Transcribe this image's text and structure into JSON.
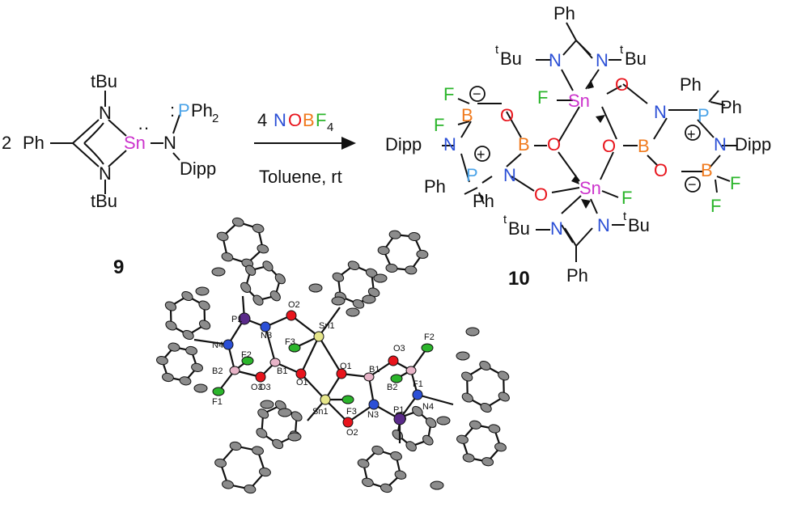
{
  "colors": {
    "ink": "#111111",
    "N": "#2b4fd6",
    "O": "#e8141c",
    "B": "#f07a1d",
    "F": "#2bb52b",
    "Sn": "#cc33cc",
    "P": "#4aa3e8",
    "ortep_gray": "#8c8c8c",
    "ortep_P": "#5a2a8a",
    "ortep_Sn": "#e6e68a",
    "ortep_B": "#e8b4c8"
  },
  "reaction": {
    "coefficient": "2",
    "reagent_count": "4",
    "reagent": {
      "N": "N",
      "O": "O",
      "B": "B",
      "F": "F",
      "sub": "4"
    },
    "conditions": "Toluene,  rt",
    "arrow": "right-arrow"
  },
  "compound_9": {
    "label": "9",
    "tBu_top": "tBu",
    "tBu_bottom": "tBu",
    "Ph": "Ph",
    "N1": "N",
    "N2": "N",
    "N3": "N",
    "Sn": "Sn",
    "lone_pair": "··",
    "P": "P",
    "PPh2_rest": "Ph",
    "PPh2_sub": "2",
    "P_lone_pair": ":",
    "Dipp": "Dipp"
  },
  "compound_10": {
    "label": "10",
    "Ph_top": "Ph",
    "tBu_tl": "Bu",
    "tBu_tr": "Bu",
    "tBu_bl": "Bu",
    "tBu_br": "Bu",
    "sup_t": "t",
    "Ph_bottom": "Ph",
    "Dipp_left": "Dipp",
    "Dipp_right": "Dipp",
    "Ph_left1": "Ph",
    "Ph_left2": "Ph",
    "Ph_right1": "Ph",
    "Ph_right2": "Ph",
    "plus": "+",
    "minus": "−"
  },
  "ortep_labels": [
    "P1",
    "O2",
    "N3",
    "Sn1",
    "N4",
    "F3",
    "F2",
    "B2",
    "B1",
    "O3",
    "O1",
    "F1",
    "O1",
    "B1",
    "O3",
    "F1",
    "F2",
    "B2",
    "F3",
    "N3",
    "N4",
    "P1",
    "Sn1",
    "O2",
    "O3"
  ]
}
